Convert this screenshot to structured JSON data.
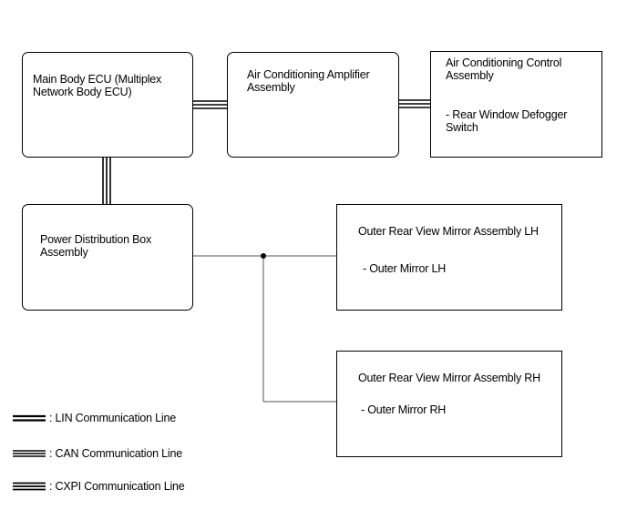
{
  "boxes": {
    "main_body_ecu": {
      "line1": "Main Body ECU (Multiplex",
      "line2": "Network Body ECU)"
    },
    "ac_amplifier": {
      "line1": "Air Conditioning Amplifier",
      "line2": "Assembly"
    },
    "ac_control": {
      "line1": "Air Conditioning Control",
      "line2": "Assembly",
      "sub1": "- Rear Window Defogger",
      "sub2": "Switch"
    },
    "power_distribution": {
      "line1": "Power Distribution Box",
      "line2": "Assembly"
    },
    "mirror_lh": {
      "title": "Outer Rear View Mirror Assembly LH",
      "sub": "- Outer Mirror LH"
    },
    "mirror_rh": {
      "title": "Outer Rear View Mirror Assembly RH",
      "sub": "- Outer Mirror RH"
    }
  },
  "legend": {
    "lin": ": LIN Communication Line",
    "can": ": CAN Communication Line",
    "cxpi": ": CXPI Communication Line"
  }
}
